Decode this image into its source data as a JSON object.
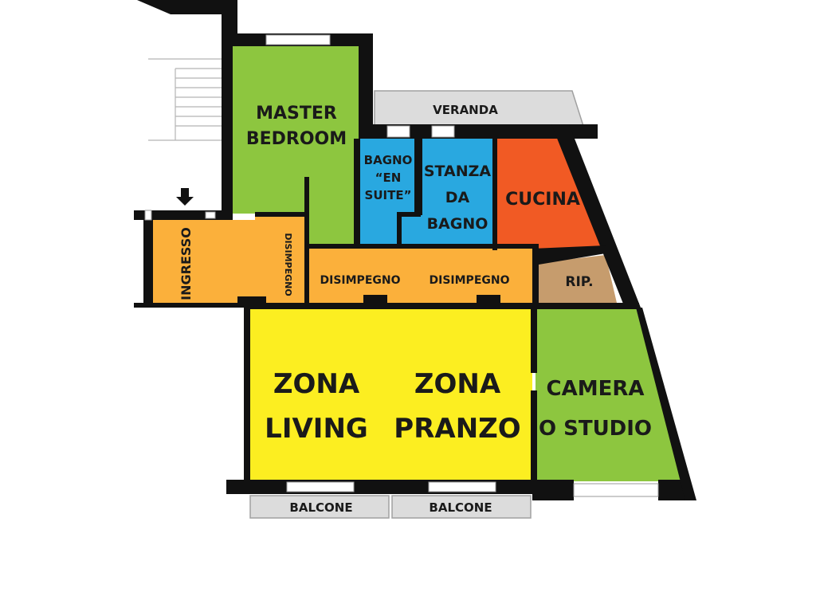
{
  "rooms": {
    "master_bedroom": {
      "lines": [
        "MASTER",
        "BEDROOM"
      ],
      "color": "#8dc63f"
    },
    "bagno_en_suite": {
      "lines": [
        "BAGNO",
        "“EN",
        "SUITE”"
      ],
      "color": "#29a8e0"
    },
    "stanza_da_bagno": {
      "lines": [
        "STANZA",
        "DA",
        "BAGNO"
      ],
      "color": "#29a8e0"
    },
    "cucina": {
      "lines": [
        "CUCINA"
      ],
      "color": "#f15a24"
    },
    "ripostiglio": {
      "lines": [
        "RIP."
      ],
      "color": "#c69c6d"
    },
    "ingresso": {
      "lines": [
        "INGRESSO"
      ],
      "color": "#fbb03b"
    },
    "disimpegno_vertical": {
      "lines": [
        "DISIMPEGNO"
      ],
      "color": "#fbb03b"
    },
    "disimpegno_1": {
      "lines": [
        "DISIMPEGNO"
      ],
      "color": "#fbb03b"
    },
    "disimpegno_2": {
      "lines": [
        "DISIMPEGNO"
      ],
      "color": "#fbb03b"
    },
    "zona_living": {
      "lines": [
        "ZONA",
        "LIVING"
      ],
      "color": "#fcee21"
    },
    "zona_pranzo": {
      "lines": [
        "ZONA",
        "PRANZO"
      ],
      "color": "#fcee21"
    },
    "camera_studio": {
      "lines": [
        "CAMERA",
        "O STUDIO"
      ],
      "color": "#8dc63f"
    },
    "veranda": {
      "lines": [
        "VERANDA"
      ],
      "color": "#dcdcdc"
    },
    "balcone_1": {
      "lines": [
        "BALCONE"
      ],
      "color": "#dcdcdc"
    },
    "balcone_2": {
      "lines": [
        "BALCONE"
      ],
      "color": "#dcdcdc"
    }
  },
  "icons": {
    "entrance": "arrow-down-icon"
  }
}
